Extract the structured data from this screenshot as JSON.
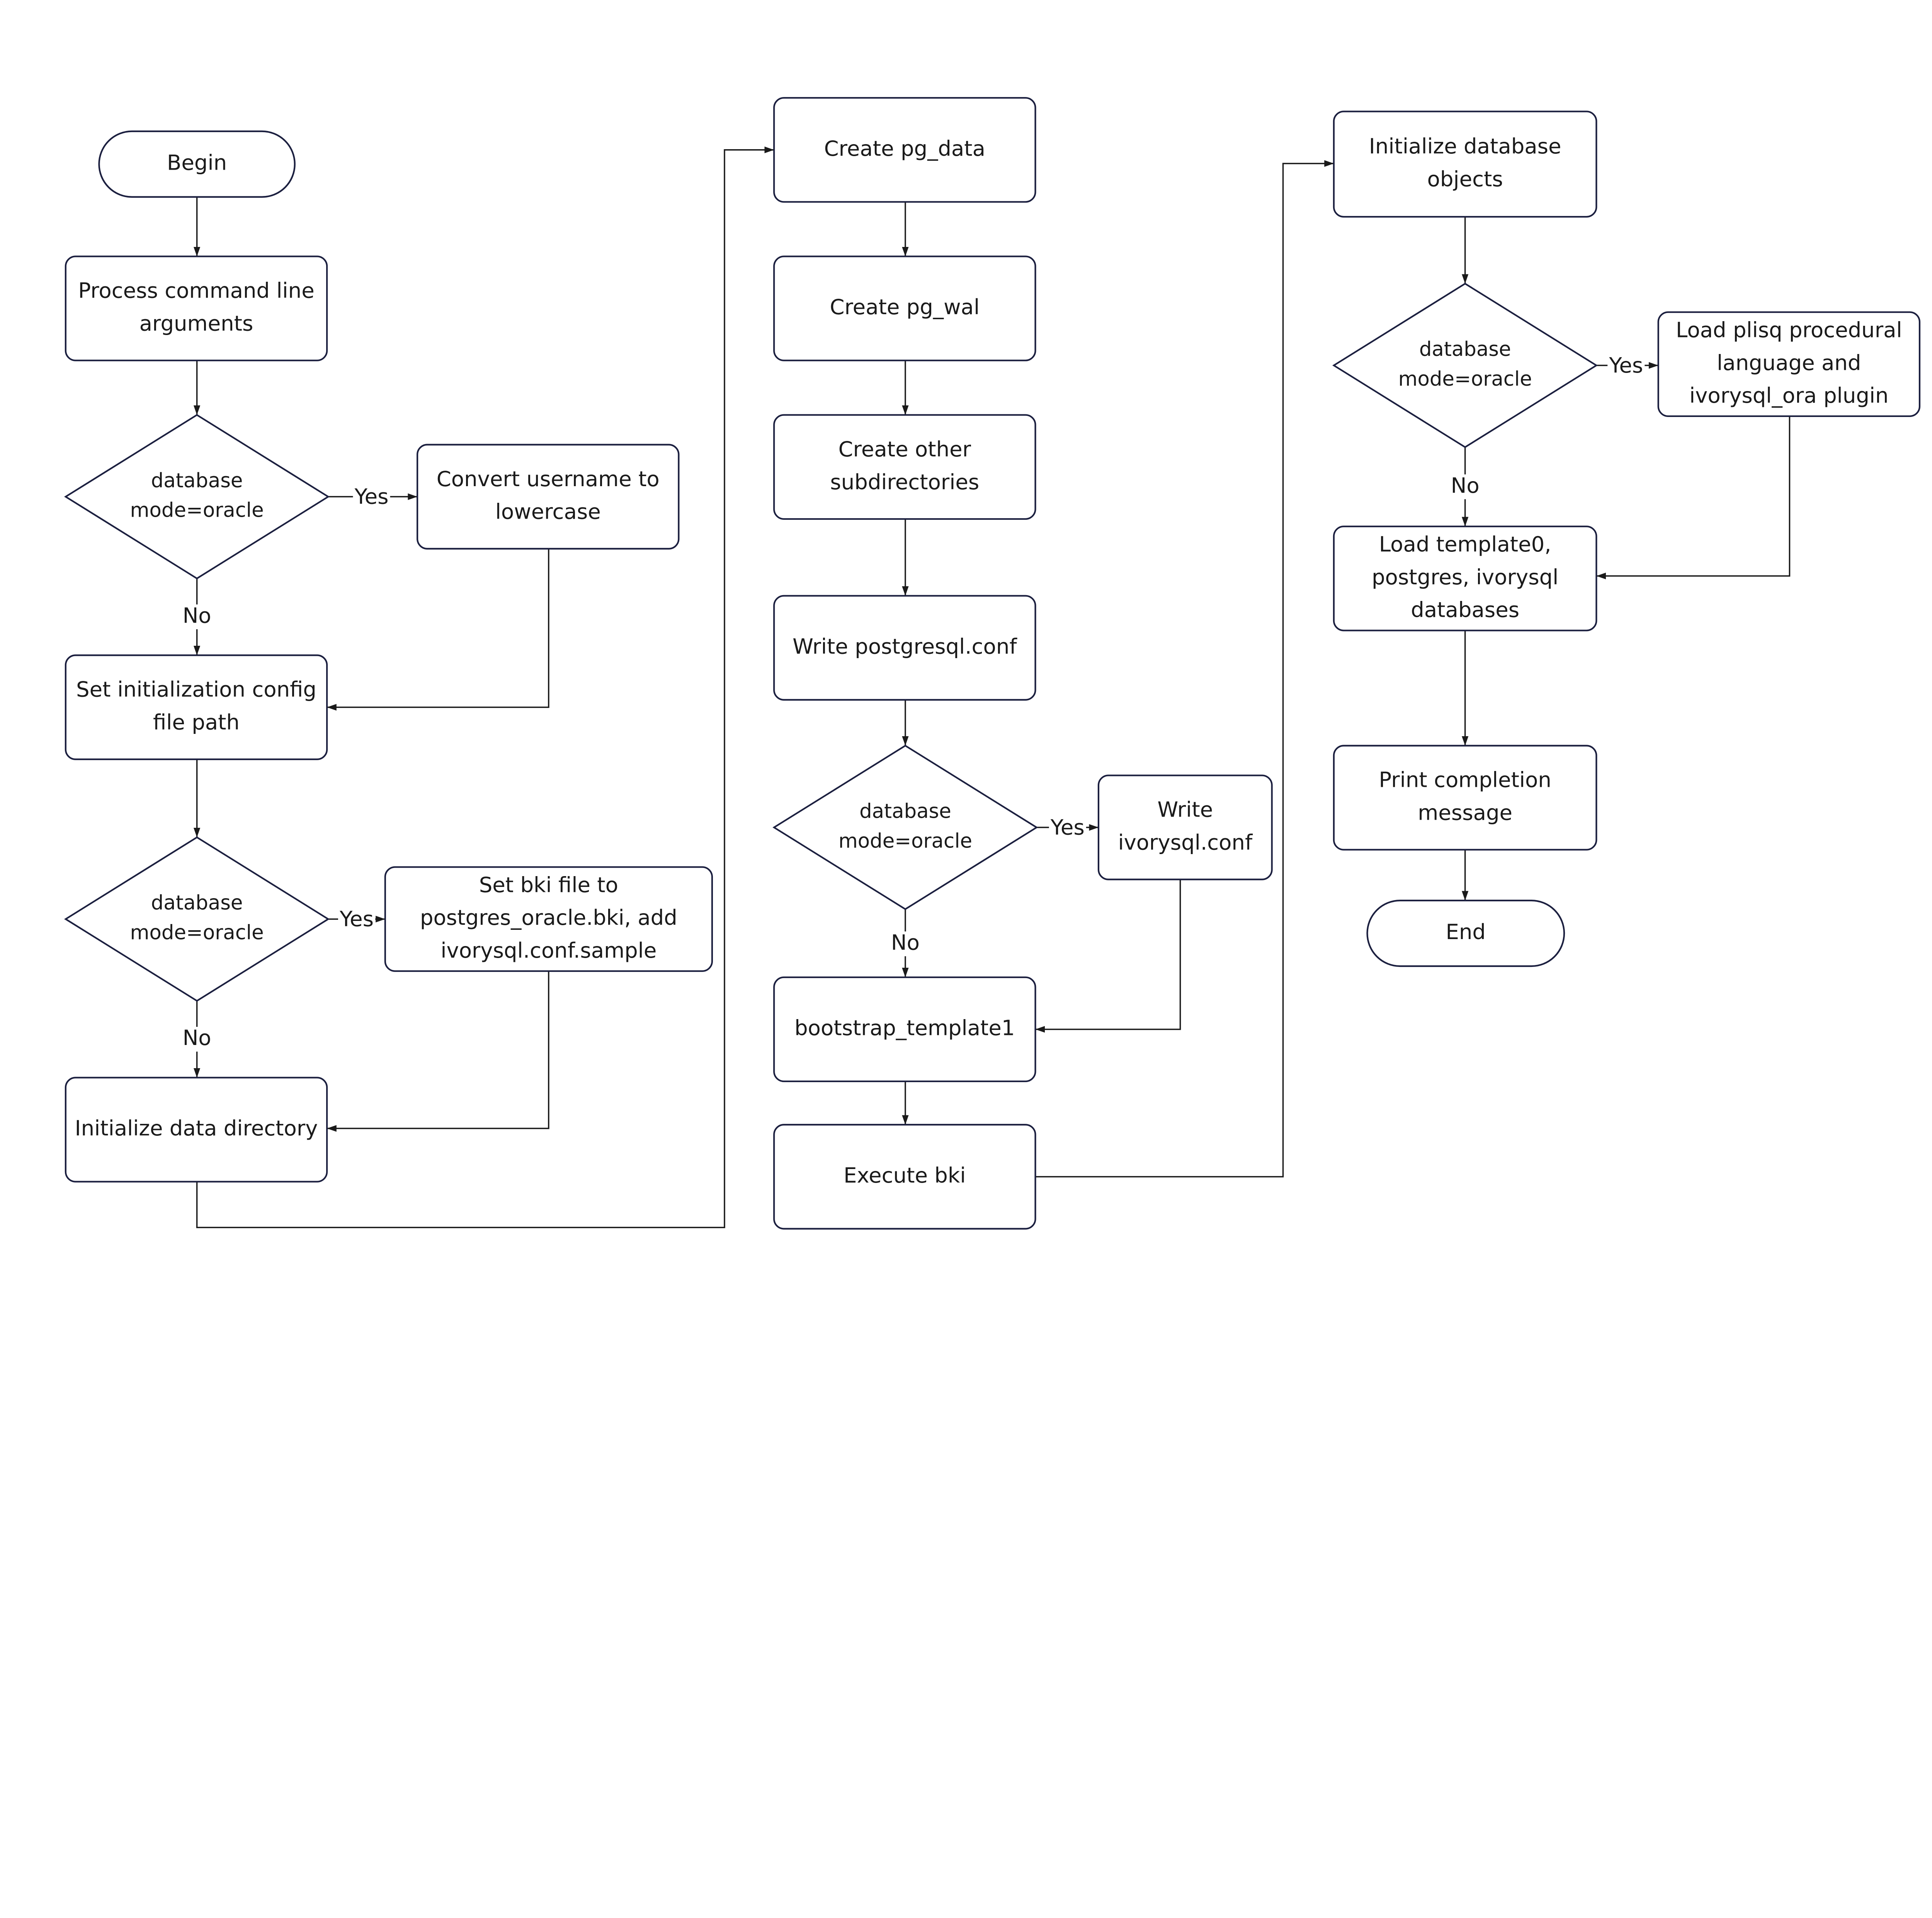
{
  "colors": {
    "border": "#1b1f3f",
    "text": "#1a1a1a",
    "background": "#ffffff"
  },
  "nodes": [
    {
      "id": "begin",
      "shape": "terminal",
      "lines": [
        "Begin"
      ]
    },
    {
      "id": "process-args",
      "shape": "process",
      "lines": [
        "Process command line",
        "arguments"
      ]
    },
    {
      "id": "decision-1",
      "shape": "decision",
      "lines": [
        "database",
        "mode=oracle"
      ]
    },
    {
      "id": "convert-username",
      "shape": "process",
      "lines": [
        "Convert username to",
        "lowercase"
      ]
    },
    {
      "id": "set-config-path",
      "shape": "process",
      "lines": [
        "Set initialization config",
        "file path"
      ]
    },
    {
      "id": "decision-2",
      "shape": "decision",
      "lines": [
        "database",
        "mode=oracle"
      ]
    },
    {
      "id": "set-bki",
      "shape": "process",
      "lines": [
        "Set bki file to",
        "postgres_oracle.bki, add",
        "ivorysql.conf.sample"
      ]
    },
    {
      "id": "init-data-dir",
      "shape": "process",
      "lines": [
        "Initialize data directory"
      ]
    },
    {
      "id": "create-pg-data",
      "shape": "process",
      "lines": [
        "Create pg_data"
      ]
    },
    {
      "id": "create-pg-wal",
      "shape": "process",
      "lines": [
        "Create pg_wal"
      ]
    },
    {
      "id": "create-subdirs",
      "shape": "process",
      "lines": [
        "Create other",
        "subdirectories"
      ]
    },
    {
      "id": "write-postgresql-conf",
      "shape": "process",
      "lines": [
        "Write postgresql.conf"
      ]
    },
    {
      "id": "decision-3",
      "shape": "decision",
      "lines": [
        "database",
        "mode=oracle"
      ]
    },
    {
      "id": "write-ivorysql-conf",
      "shape": "process",
      "lines": [
        "Write",
        "ivorysql.conf"
      ]
    },
    {
      "id": "bootstrap-template1",
      "shape": "process",
      "lines": [
        "bootstrap_template1"
      ]
    },
    {
      "id": "execute-bki",
      "shape": "process",
      "lines": [
        "Execute bki"
      ]
    },
    {
      "id": "init-db-objects",
      "shape": "process",
      "lines": [
        "Initialize database",
        "objects"
      ]
    },
    {
      "id": "decision-4",
      "shape": "decision",
      "lines": [
        "database",
        "mode=oracle"
      ]
    },
    {
      "id": "load-plisql",
      "shape": "process",
      "lines": [
        "Load plisq procedural",
        "language and",
        "ivorysql_ora plugin"
      ]
    },
    {
      "id": "load-templates",
      "shape": "process",
      "lines": [
        "Load template0,",
        "postgres, ivorysql",
        "databases"
      ]
    },
    {
      "id": "print-completion",
      "shape": "process",
      "lines": [
        "Print completion",
        "message"
      ]
    },
    {
      "id": "end",
      "shape": "terminal",
      "lines": [
        "End"
      ]
    }
  ],
  "edges": [
    {
      "from": "begin",
      "to": "process-args",
      "label": ""
    },
    {
      "from": "process-args",
      "to": "decision-1",
      "label": ""
    },
    {
      "from": "decision-1",
      "to": "convert-username",
      "label": "Yes"
    },
    {
      "from": "decision-1",
      "to": "set-config-path",
      "label": "No"
    },
    {
      "from": "convert-username",
      "to": "set-config-path",
      "label": ""
    },
    {
      "from": "set-config-path",
      "to": "decision-2",
      "label": ""
    },
    {
      "from": "decision-2",
      "to": "set-bki",
      "label": "Yes"
    },
    {
      "from": "decision-2",
      "to": "init-data-dir",
      "label": "No"
    },
    {
      "from": "set-bki",
      "to": "init-data-dir",
      "label": ""
    },
    {
      "from": "init-data-dir",
      "to": "create-pg-data",
      "label": ""
    },
    {
      "from": "create-pg-data",
      "to": "create-pg-wal",
      "label": ""
    },
    {
      "from": "create-pg-wal",
      "to": "create-subdirs",
      "label": ""
    },
    {
      "from": "create-subdirs",
      "to": "write-postgresql-conf",
      "label": ""
    },
    {
      "from": "write-postgresql-conf",
      "to": "decision-3",
      "label": ""
    },
    {
      "from": "decision-3",
      "to": "write-ivorysql-conf",
      "label": "Yes"
    },
    {
      "from": "decision-3",
      "to": "bootstrap-template1",
      "label": "No"
    },
    {
      "from": "write-ivorysql-conf",
      "to": "bootstrap-template1",
      "label": ""
    },
    {
      "from": "bootstrap-template1",
      "to": "execute-bki",
      "label": ""
    },
    {
      "from": "execute-bki",
      "to": "init-db-objects",
      "label": ""
    },
    {
      "from": "init-db-objects",
      "to": "decision-4",
      "label": ""
    },
    {
      "from": "decision-4",
      "to": "load-plisql",
      "label": "Yes"
    },
    {
      "from": "decision-4",
      "to": "load-templates",
      "label": "No"
    },
    {
      "from": "load-plisql",
      "to": "load-templates",
      "label": ""
    },
    {
      "from": "load-templates",
      "to": "print-completion",
      "label": ""
    },
    {
      "from": "print-completion",
      "to": "end",
      "label": ""
    }
  ]
}
